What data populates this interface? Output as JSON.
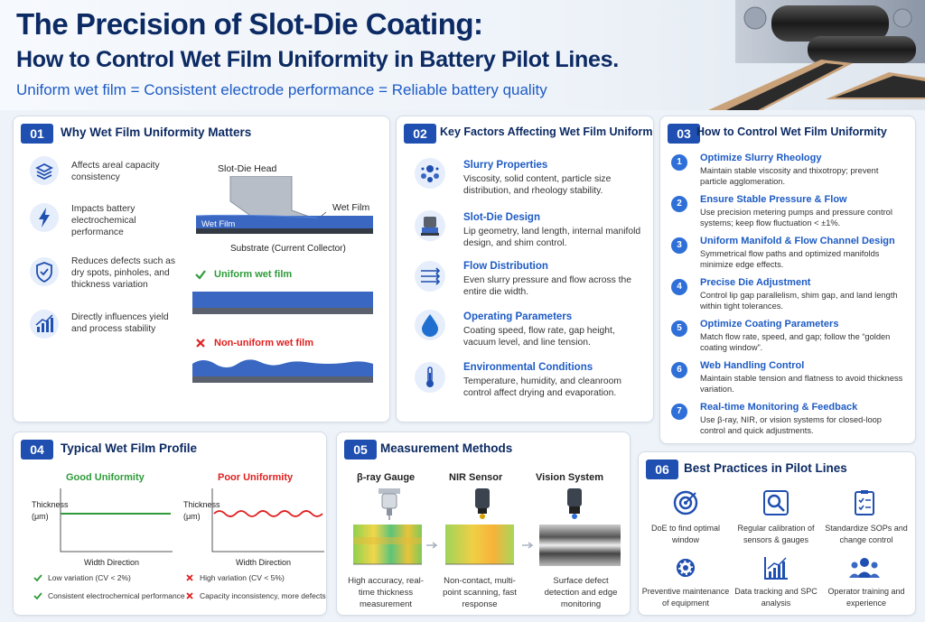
{
  "header": {
    "title_line1": "The Precision of Slot-Die Coating:",
    "title_line2": "How to Control Wet Film Uniformity in Battery Pilot Lines.",
    "subtitle": "Uniform wet film = Consistent electrode performance = Reliable battery quality"
  },
  "s1": {
    "num": "01",
    "title": "Why Wet Film Uniformity Matters",
    "items": [
      {
        "icon": "layers-icon",
        "text": "Affects areal capacity consistency"
      },
      {
        "icon": "lightning-icon",
        "text": "Impacts battery electrochemical performance"
      },
      {
        "icon": "shield-icon",
        "text": "Reduces defects such as dry spots, pinholes, and thickness variation"
      },
      {
        "icon": "bar-chart-icon",
        "text": "Directly influences yield and process stability"
      }
    ],
    "diagram": {
      "head_label": "Slot-Die Head",
      "wet_film_label": "Wet Film",
      "film_in_label": "Wet Film",
      "substrate_label": "Substrate (Current Collector)",
      "uniform_label": "Uniform wet film",
      "nonuniform_label": "Non-uniform wet film",
      "good_color": "#2e9b3a",
      "bad_color": "#e02020"
    }
  },
  "s2": {
    "num": "02",
    "title": "Key Factors Affecting Wet Film Uniformity",
    "items": [
      {
        "icon": "slurry-icon",
        "title": "Slurry Properties",
        "text": "Viscosity, solid content, particle size distribution, and rheology stability."
      },
      {
        "icon": "die-icon",
        "title": "Slot-Die Design",
        "text": "Lip geometry, land length, internal manifold design, and shim control."
      },
      {
        "icon": "flow-arrows-icon",
        "title": "Flow Distribution",
        "text": "Even slurry pressure and flow across the entire die width."
      },
      {
        "icon": "droplet-icon",
        "title": "Operating Parameters",
        "text": "Coating speed, flow rate, gap height, vacuum level, and line tension."
      },
      {
        "icon": "thermometer-icon",
        "title": "Environmental Conditions",
        "text": "Temperature, humidity, and cleanroom control affect drying and evaporation."
      }
    ]
  },
  "s3": {
    "num": "03",
    "title": "How to Control Wet Film Uniformity",
    "items": [
      {
        "n": "1",
        "title": "Optimize Slurry Rheology",
        "text": "Maintain stable viscosity and thixotropy; prevent particle agglomeration."
      },
      {
        "n": "2",
        "title": "Ensure Stable Pressure & Flow",
        "text": "Use precision metering pumps and pressure control systems; keep flow fluctuation < ±1%."
      },
      {
        "n": "3",
        "title": "Uniform Manifold & Flow Channel Design",
        "text": "Symmetrical flow paths and optimized manifolds minimize edge effects."
      },
      {
        "n": "4",
        "title": "Precise Die Adjustment",
        "text": "Control lip gap parallelism, shim gap, and land length within tight tolerances."
      },
      {
        "n": "5",
        "title": "Optimize Coating Parameters",
        "text": "Match flow rate, speed, and gap; follow the “golden coating window”."
      },
      {
        "n": "6",
        "title": "Web Handling Control",
        "text": "Maintain stable tension and flatness to avoid thickness variation."
      },
      {
        "n": "7",
        "title": "Real-time Monitoring & Feedback",
        "text": "Use β-ray, NIR, or vision systems for closed-loop control and quick adjustments."
      }
    ]
  },
  "s4": {
    "num": "04",
    "title": "Typical Wet Film Profile",
    "good_title": "Good Uniformity",
    "poor_title": "Poor Uniformity",
    "ylabel": "Thickness (μm)",
    "xlabel": "Width Direction",
    "good_points": [
      "Low variation (CV < 2%)",
      "Consistent electrochemical performance"
    ],
    "poor_points": [
      "High variation (CV < 5%)",
      "Capacity inconsistency, more defects"
    ]
  },
  "s5": {
    "num": "05",
    "title": "Measurement Methods",
    "methods": [
      {
        "title": "β-ray Gauge",
        "text": "High accuracy, real-time thickness measurement"
      },
      {
        "title": "NIR Sensor",
        "text": "Non-contact, multi-point scanning, fast response"
      },
      {
        "title": "Vision System",
        "text": "Surface defect detection and edge monitoring"
      }
    ]
  },
  "s6": {
    "num": "06",
    "title": "Best Practices in Pilot Lines",
    "items": [
      {
        "icon": "target-icon",
        "text": "DoE to find optimal window"
      },
      {
        "icon": "magnifier-icon",
        "text": "Regular calibration of sensors & gauges"
      },
      {
        "icon": "checklist-icon",
        "text": "Standardize SOPs and change control"
      },
      {
        "icon": "gear-icon",
        "text": "Preventive maintenance of equipment"
      },
      {
        "icon": "spc-chart-icon",
        "text": "Data tracking and SPC analysis"
      },
      {
        "icon": "team-icon",
        "text": "Operator training and experience"
      }
    ]
  },
  "colors": {
    "navy": "#0c2a63",
    "accent": "#1d5bc4",
    "badge": "#1f4fb0",
    "film": "#3a67c2"
  }
}
